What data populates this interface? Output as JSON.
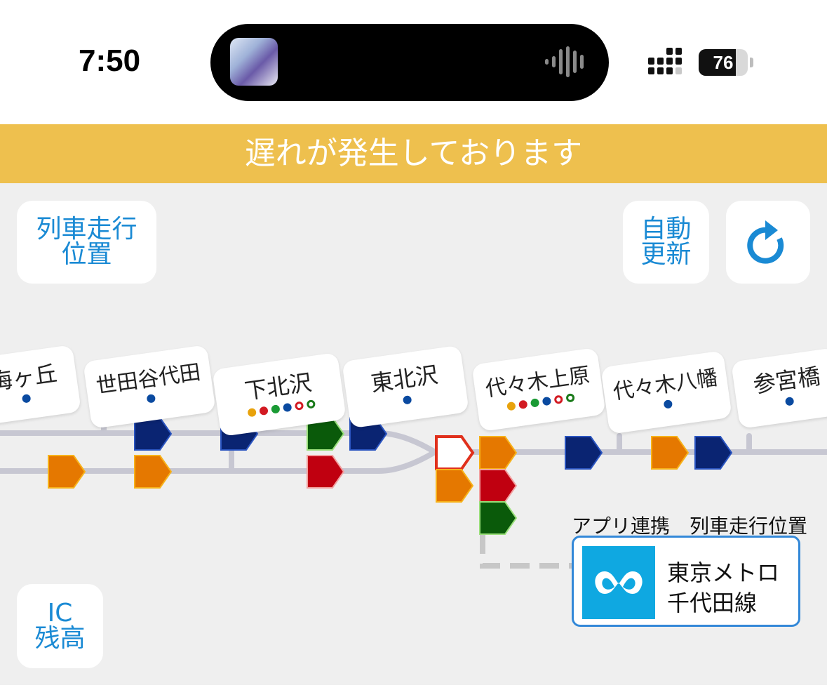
{
  "status_bar": {
    "time": "7:50",
    "battery_level": "76",
    "battery_fraction": 0.76
  },
  "banner": {
    "text": "遅れが発生しております"
  },
  "buttons": {
    "train_position": [
      "列車走行",
      "位置"
    ],
    "auto_update": [
      "自動",
      "更新"
    ],
    "ic_balance": [
      "IC",
      "残高"
    ],
    "refresh_icon": "refresh-icon"
  },
  "stations": [
    {
      "name": "梅ヶ丘",
      "transfer_lines": []
    },
    {
      "name": "世田谷代田",
      "transfer_lines": []
    },
    {
      "name": "下北沢",
      "transfer_lines": [
        "#e8a20c",
        "#d21a22",
        "#1a9a34",
        "#0a4aa0",
        "ring:#d21a22",
        "ring:#1a7a1a"
      ]
    },
    {
      "name": "東北沢",
      "transfer_lines": []
    },
    {
      "name": "代々木上原",
      "transfer_lines": [
        "#e8a20c",
        "#d21a22",
        "#1a9a34",
        "#0a4aa0",
        "ring:#d21a22",
        "ring:#1a7a1a"
      ]
    },
    {
      "name": "代々木八幡",
      "transfer_lines": []
    },
    {
      "name": "参宮橋",
      "transfer_lines": []
    }
  ],
  "train_colors": {
    "local": "#0a2472",
    "express": "#e57800",
    "rapid_express": "#0a5a0a",
    "limited_express": "#c00010",
    "other": "#ffffff"
  },
  "app_link": {
    "label": "アプリ連携　列車走行位置",
    "line_name_1": "東京メトロ",
    "line_name_2": "千代田線",
    "icon": "tokyo-metro-logo-icon"
  }
}
